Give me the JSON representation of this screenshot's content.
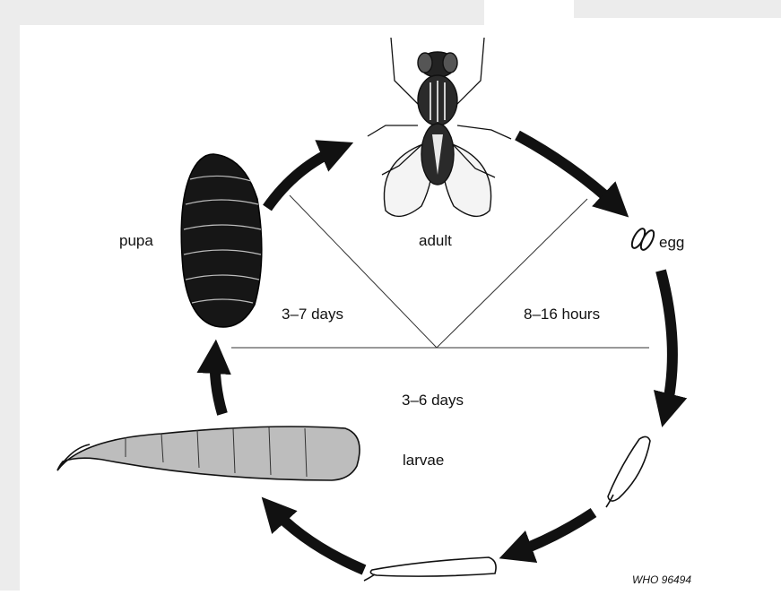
{
  "diagram": {
    "stages": {
      "adult": "adult",
      "egg": "egg",
      "larvae": "larvae",
      "pupa": "pupa"
    },
    "durations": {
      "pupa_to_adult": "3–7 days",
      "adult_to_egg": "8–16 hours",
      "larval_period": "3–6 days"
    },
    "credit": "WHO 96494",
    "colors": {
      "arrow": "#111111",
      "line": "#333333",
      "watermark": "#e6e6e6",
      "pupa": "#161616"
    }
  }
}
